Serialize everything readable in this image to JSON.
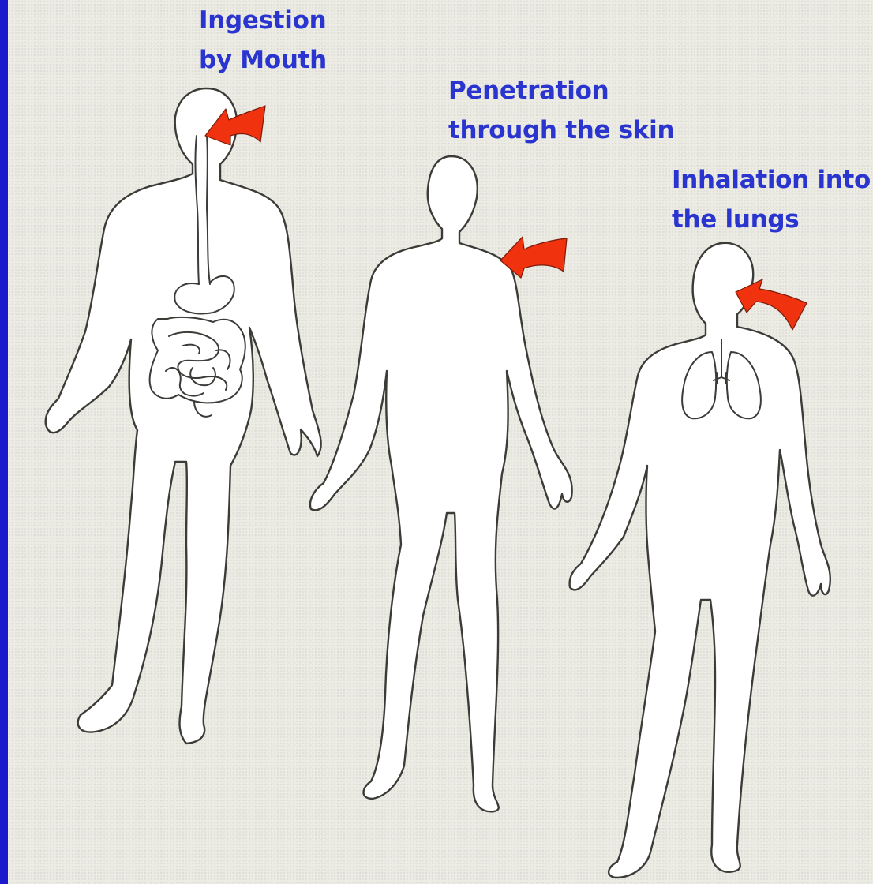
{
  "labels": {
    "ingestion": [
      "Ingestion",
      "by Mouth"
    ],
    "penetration": [
      "Penetration",
      "through the skin"
    ],
    "inhalation": [
      "Inhalation into",
      "the lungs"
    ]
  },
  "colors": {
    "label_text": "#2a35cf",
    "arrow": "#f0320f",
    "border": "#1a1acc",
    "background": "#ecebe4"
  }
}
